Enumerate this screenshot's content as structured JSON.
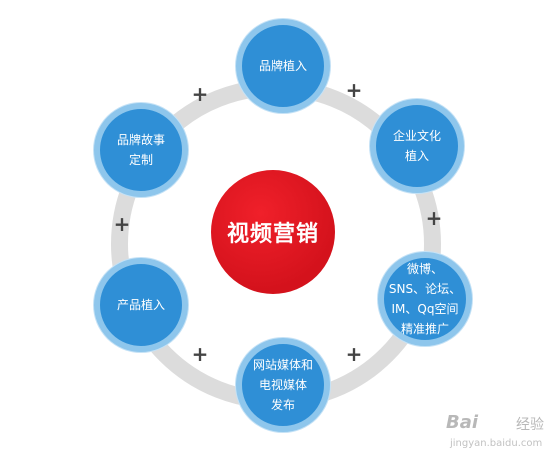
{
  "diagram": {
    "center": "视频营销",
    "nodes": [
      {
        "id": "brand",
        "label": "品牌植入"
      },
      {
        "id": "enterprise",
        "label": "企业文化\n植入"
      },
      {
        "id": "social",
        "label": "微博、\nSNS、论坛、\nIM、Qq空间\n精准推广"
      },
      {
        "id": "media",
        "label": "网站媒体和\n电视媒体\n发布"
      },
      {
        "id": "product",
        "label": "产品植入"
      },
      {
        "id": "story",
        "label": "品牌故事\n定制"
      }
    ],
    "connector_symbol": "+"
  },
  "watermark": {
    "brand": "Bai",
    "suffix": "经验",
    "url": "jingyan.baidu.com"
  },
  "colors": {
    "center_fill": "#d4121c",
    "node_fill": "#2f8fd6",
    "node_border": "#8ec6ec",
    "ring": "#dcdcdc"
  }
}
